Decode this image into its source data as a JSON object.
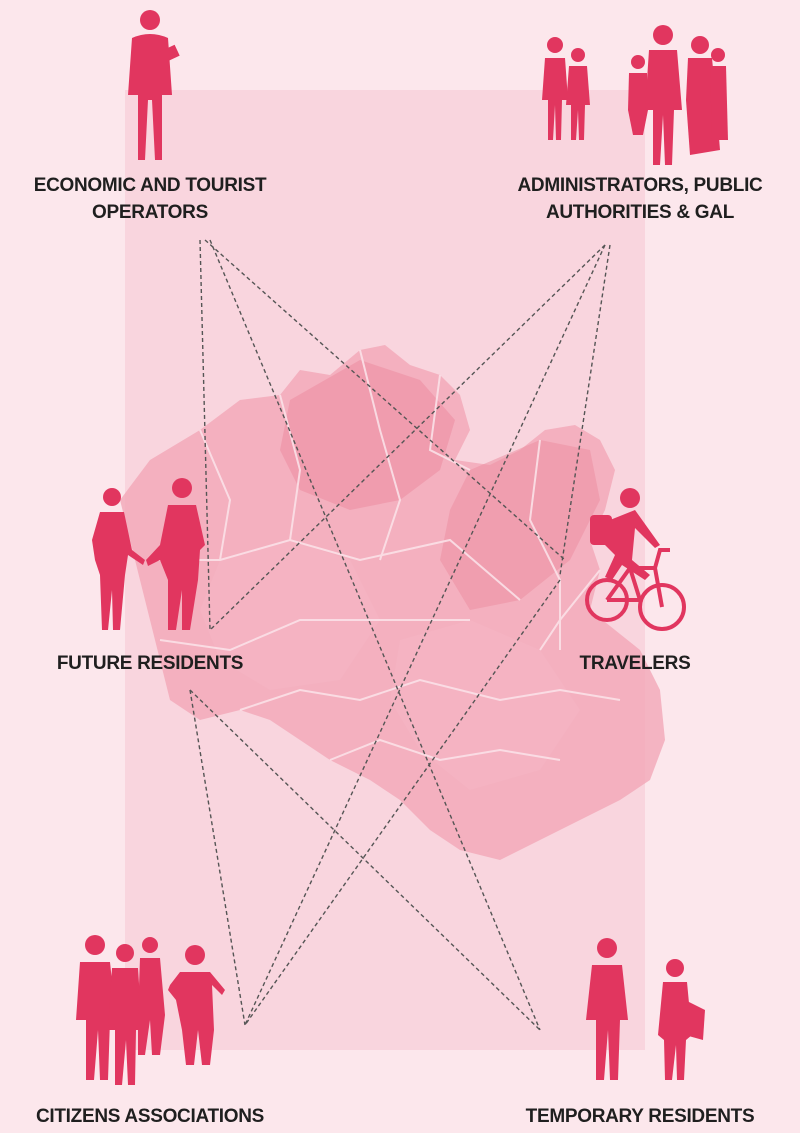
{
  "colors": {
    "background": "#fce7ec",
    "panel": "#f9d5de",
    "figure": "#e1365f",
    "map_region": "#f1a3b4",
    "connector": "#555555"
  },
  "stakeholders": {
    "economic": {
      "line1": "ECONOMIC AND TOURIST",
      "line2": "OPERATORS"
    },
    "administrators": {
      "line1": "ADMINISTRATORS, PUBLIC",
      "line2": "AUTHORITIES & GAL"
    },
    "future_residents": {
      "line1": "FUTURE RESIDENTS"
    },
    "travelers": {
      "line1": "TRAVELERS"
    },
    "citizens": {
      "line1": "CITIZENS ASSOCIATIONS"
    },
    "temporary": {
      "line1": "TEMPORARY RESIDENTS"
    }
  },
  "icons": {
    "economic": "person-with-tablet-icon",
    "administrators": "group-of-officials-icon",
    "future_residents": "couple-holding-hands-icon",
    "travelers": "cyclist-icon",
    "citizens": "group-of-citizens-icon",
    "temporary": "two-people-talking-icon"
  }
}
